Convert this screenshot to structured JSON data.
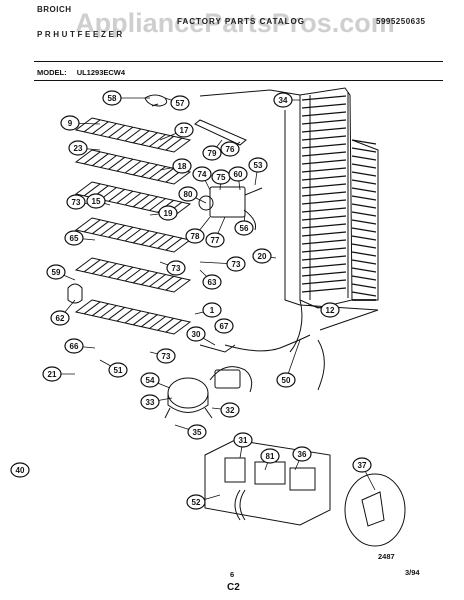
{
  "header": {
    "brand_line1": "BROICH",
    "brand_line2": "P  R  H  U  T  F  E  E  Z  E  R",
    "catalog_title": "FACTORY PARTS CATALOG",
    "catalog_number": "5995250635",
    "watermark": "AppliancePartsPros.com"
  },
  "model": {
    "label": "MODEL:",
    "value": "UL1293ECW4"
  },
  "callouts": [
    "58",
    "57",
    "34",
    "9",
    "17",
    "23",
    "79",
    "76",
    "18",
    "74",
    "75",
    "60",
    "53",
    "73",
    "15",
    "80",
    "19",
    "78",
    "77",
    "56",
    "65",
    "73",
    "20",
    "59",
    "73",
    "63",
    "62",
    "1",
    "12",
    "30",
    "67",
    "66",
    "73",
    "21",
    "51",
    "50",
    "54",
    "33",
    "32",
    "35",
    "31",
    "81",
    "36",
    "37",
    "52",
    "40"
  ],
  "footer": {
    "drawing_number": "2487",
    "page_number": "6",
    "section": "C2",
    "date": "3/94"
  }
}
